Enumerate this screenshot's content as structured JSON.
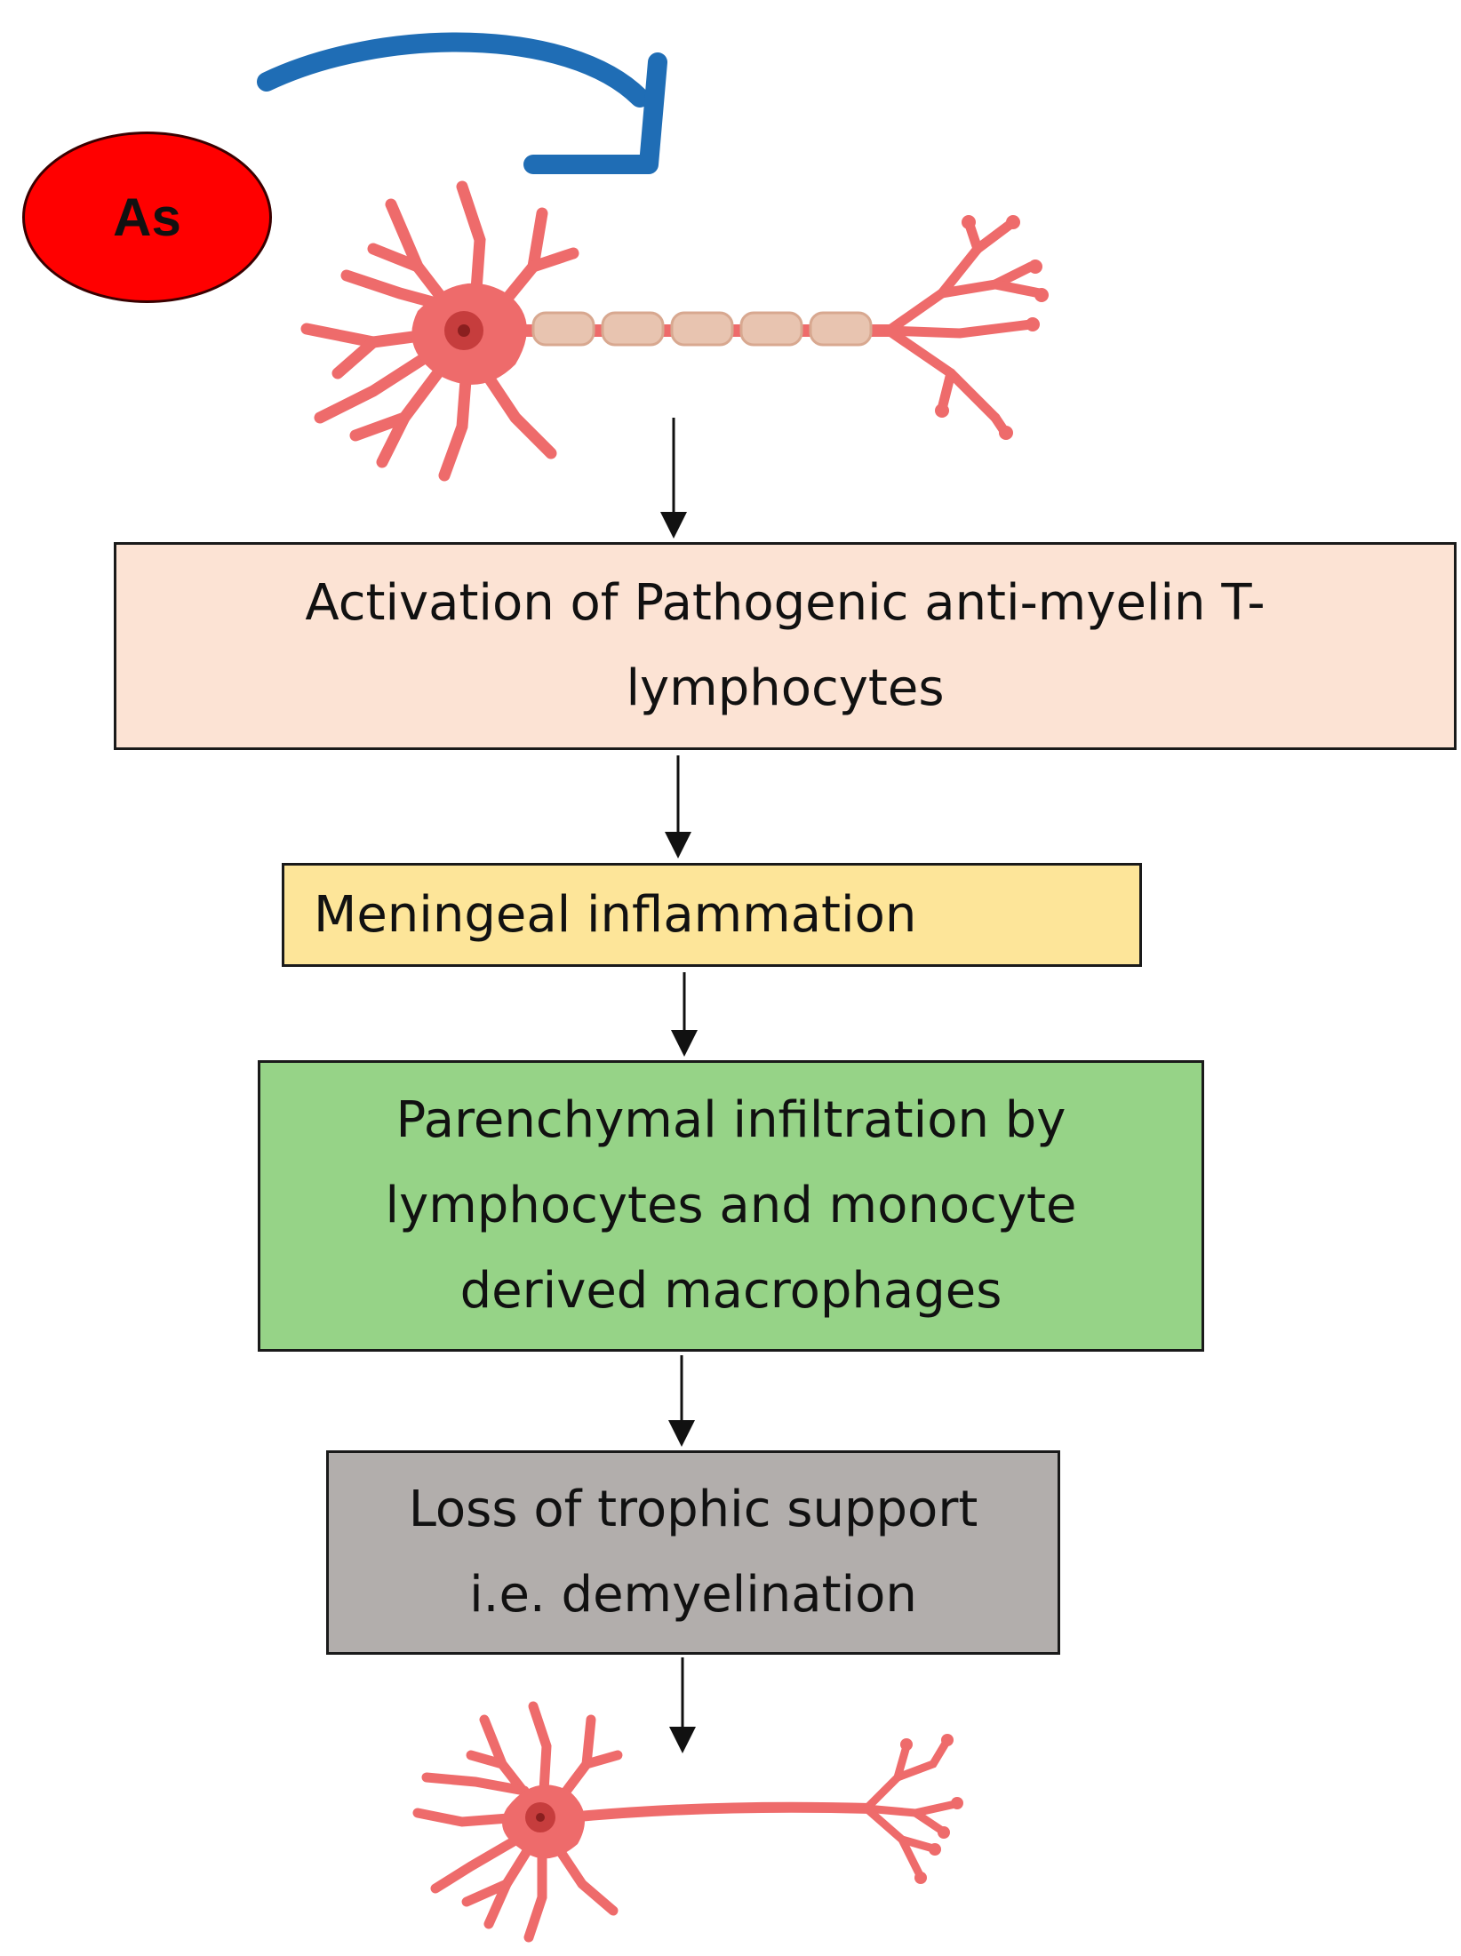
{
  "colors": {
    "neuron": "#ee6b6b",
    "neuron_nucleus": "#c63d3d",
    "myelin": "#e8c4b0",
    "blue_arrow": "#1f6db5",
    "arrow": "#111111",
    "as_fill": "#ff0000",
    "activation_fill": "#fce3d4",
    "meningeal_fill": "#fde599",
    "parenchymal_fill": "#96d387",
    "loss_fill": "#b2aeac"
  },
  "icons": {
    "top_neuron": "myelinated-neuron-icon",
    "bottom_neuron": "demyelinated-neuron-icon",
    "curved_arrow": "curved-arrow-icon"
  },
  "agent": {
    "label": "As"
  },
  "steps": [
    {
      "id": "activation",
      "lines": [
        "Activation of Pathogenic anti-myelin T-",
        "lymphocytes"
      ]
    },
    {
      "id": "meningeal",
      "lines": [
        "Meningeal inflammation"
      ]
    },
    {
      "id": "parenchymal",
      "lines": [
        "Parenchymal infiltration by",
        "lymphocytes and monocyte",
        "derived macrophages"
      ]
    },
    {
      "id": "loss",
      "lines": [
        "Loss of trophic support",
        "i.e. demyelination"
      ]
    }
  ]
}
